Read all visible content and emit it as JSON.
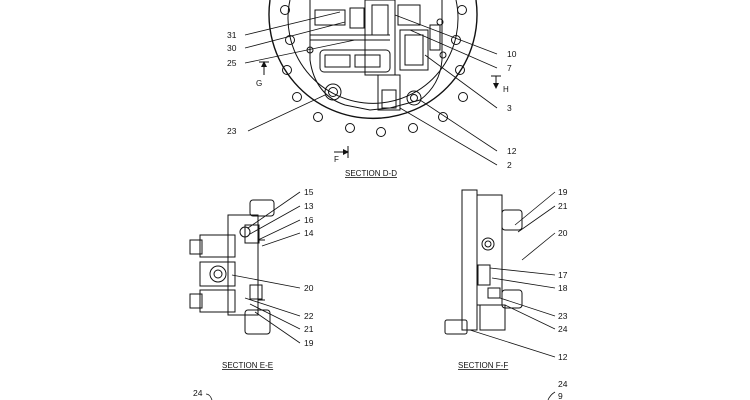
{
  "sections": {
    "d": {
      "title": "SECTION  D-D",
      "callouts_left": [
        "31",
        "30",
        "25",
        "23"
      ],
      "callouts_right": [
        "10",
        "7",
        "3",
        "12",
        "2"
      ],
      "view_markers": {
        "left": "G",
        "right": "H",
        "bottom": "F"
      }
    },
    "e": {
      "title": "SECTION  E-E",
      "callouts": [
        "15",
        "13",
        "16",
        "14",
        "20",
        "22",
        "21",
        "19"
      ]
    },
    "f": {
      "title": "SECTION  F-F",
      "callouts": [
        "19",
        "21",
        "20",
        "17",
        "18",
        "23",
        "24",
        "12"
      ]
    },
    "bottom_partial": {
      "callouts": [
        "24",
        "24",
        "9"
      ]
    }
  },
  "colors": {
    "line": "#111111",
    "background": "#ffffff"
  }
}
